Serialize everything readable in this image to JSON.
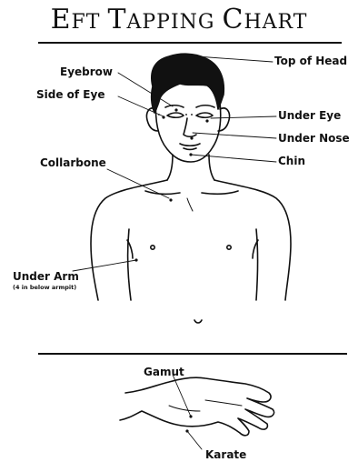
{
  "chart": {
    "title": "EFT Tapping Chart",
    "title_parts": [
      {
        "text": "E",
        "size": "big"
      },
      {
        "text": "FT ",
        "size": "small"
      },
      {
        "text": "T",
        "size": "big"
      },
      {
        "text": "APPING ",
        "size": "small"
      },
      {
        "text": "C",
        "size": "big"
      },
      {
        "text": "HART",
        "size": "small"
      }
    ]
  },
  "labels": {
    "top_of_head": "Top of Head",
    "eyebrow": "Eyebrow",
    "side_of_eye": "Side of Eye",
    "under_eye": "Under Eye",
    "under_nose": "Under Nose",
    "chin": "Chin",
    "collarbone": "Collarbone",
    "under_arm": "Under Arm",
    "under_arm_note": "(4 in below armpit)",
    "gamut": "Gamut",
    "karate": "Karate"
  },
  "colors": {
    "ink": "#111111",
    "background": "#ffffff"
  }
}
